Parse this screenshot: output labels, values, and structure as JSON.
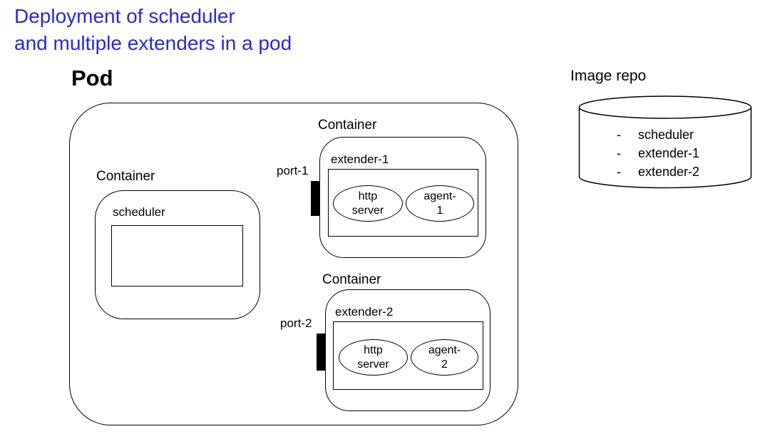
{
  "colors": {
    "title_text": "#2727e3",
    "stroke": "#000000",
    "port_fill": "#000000",
    "background": "#ffffff"
  },
  "title": {
    "line1": "Deployment of scheduler",
    "line2": "and multiple extenders in a pod"
  },
  "pod": {
    "label": "Pod",
    "scheduler_container": {
      "label": "Container",
      "name": "scheduler"
    },
    "extender1_container": {
      "label": "Container",
      "name": "extender-1",
      "port_label": "port-1",
      "http_server": "http\nserver",
      "agent": "agent-\n1"
    },
    "extender2_container": {
      "label": "Container",
      "name": "extender-2",
      "port_label": "port-2",
      "http_server": "http\nserver",
      "agent": "agent-\n2"
    }
  },
  "image_repo": {
    "label": "Image repo",
    "bullet": "-",
    "items": [
      "scheduler",
      "extender-1",
      "extender-2"
    ]
  }
}
